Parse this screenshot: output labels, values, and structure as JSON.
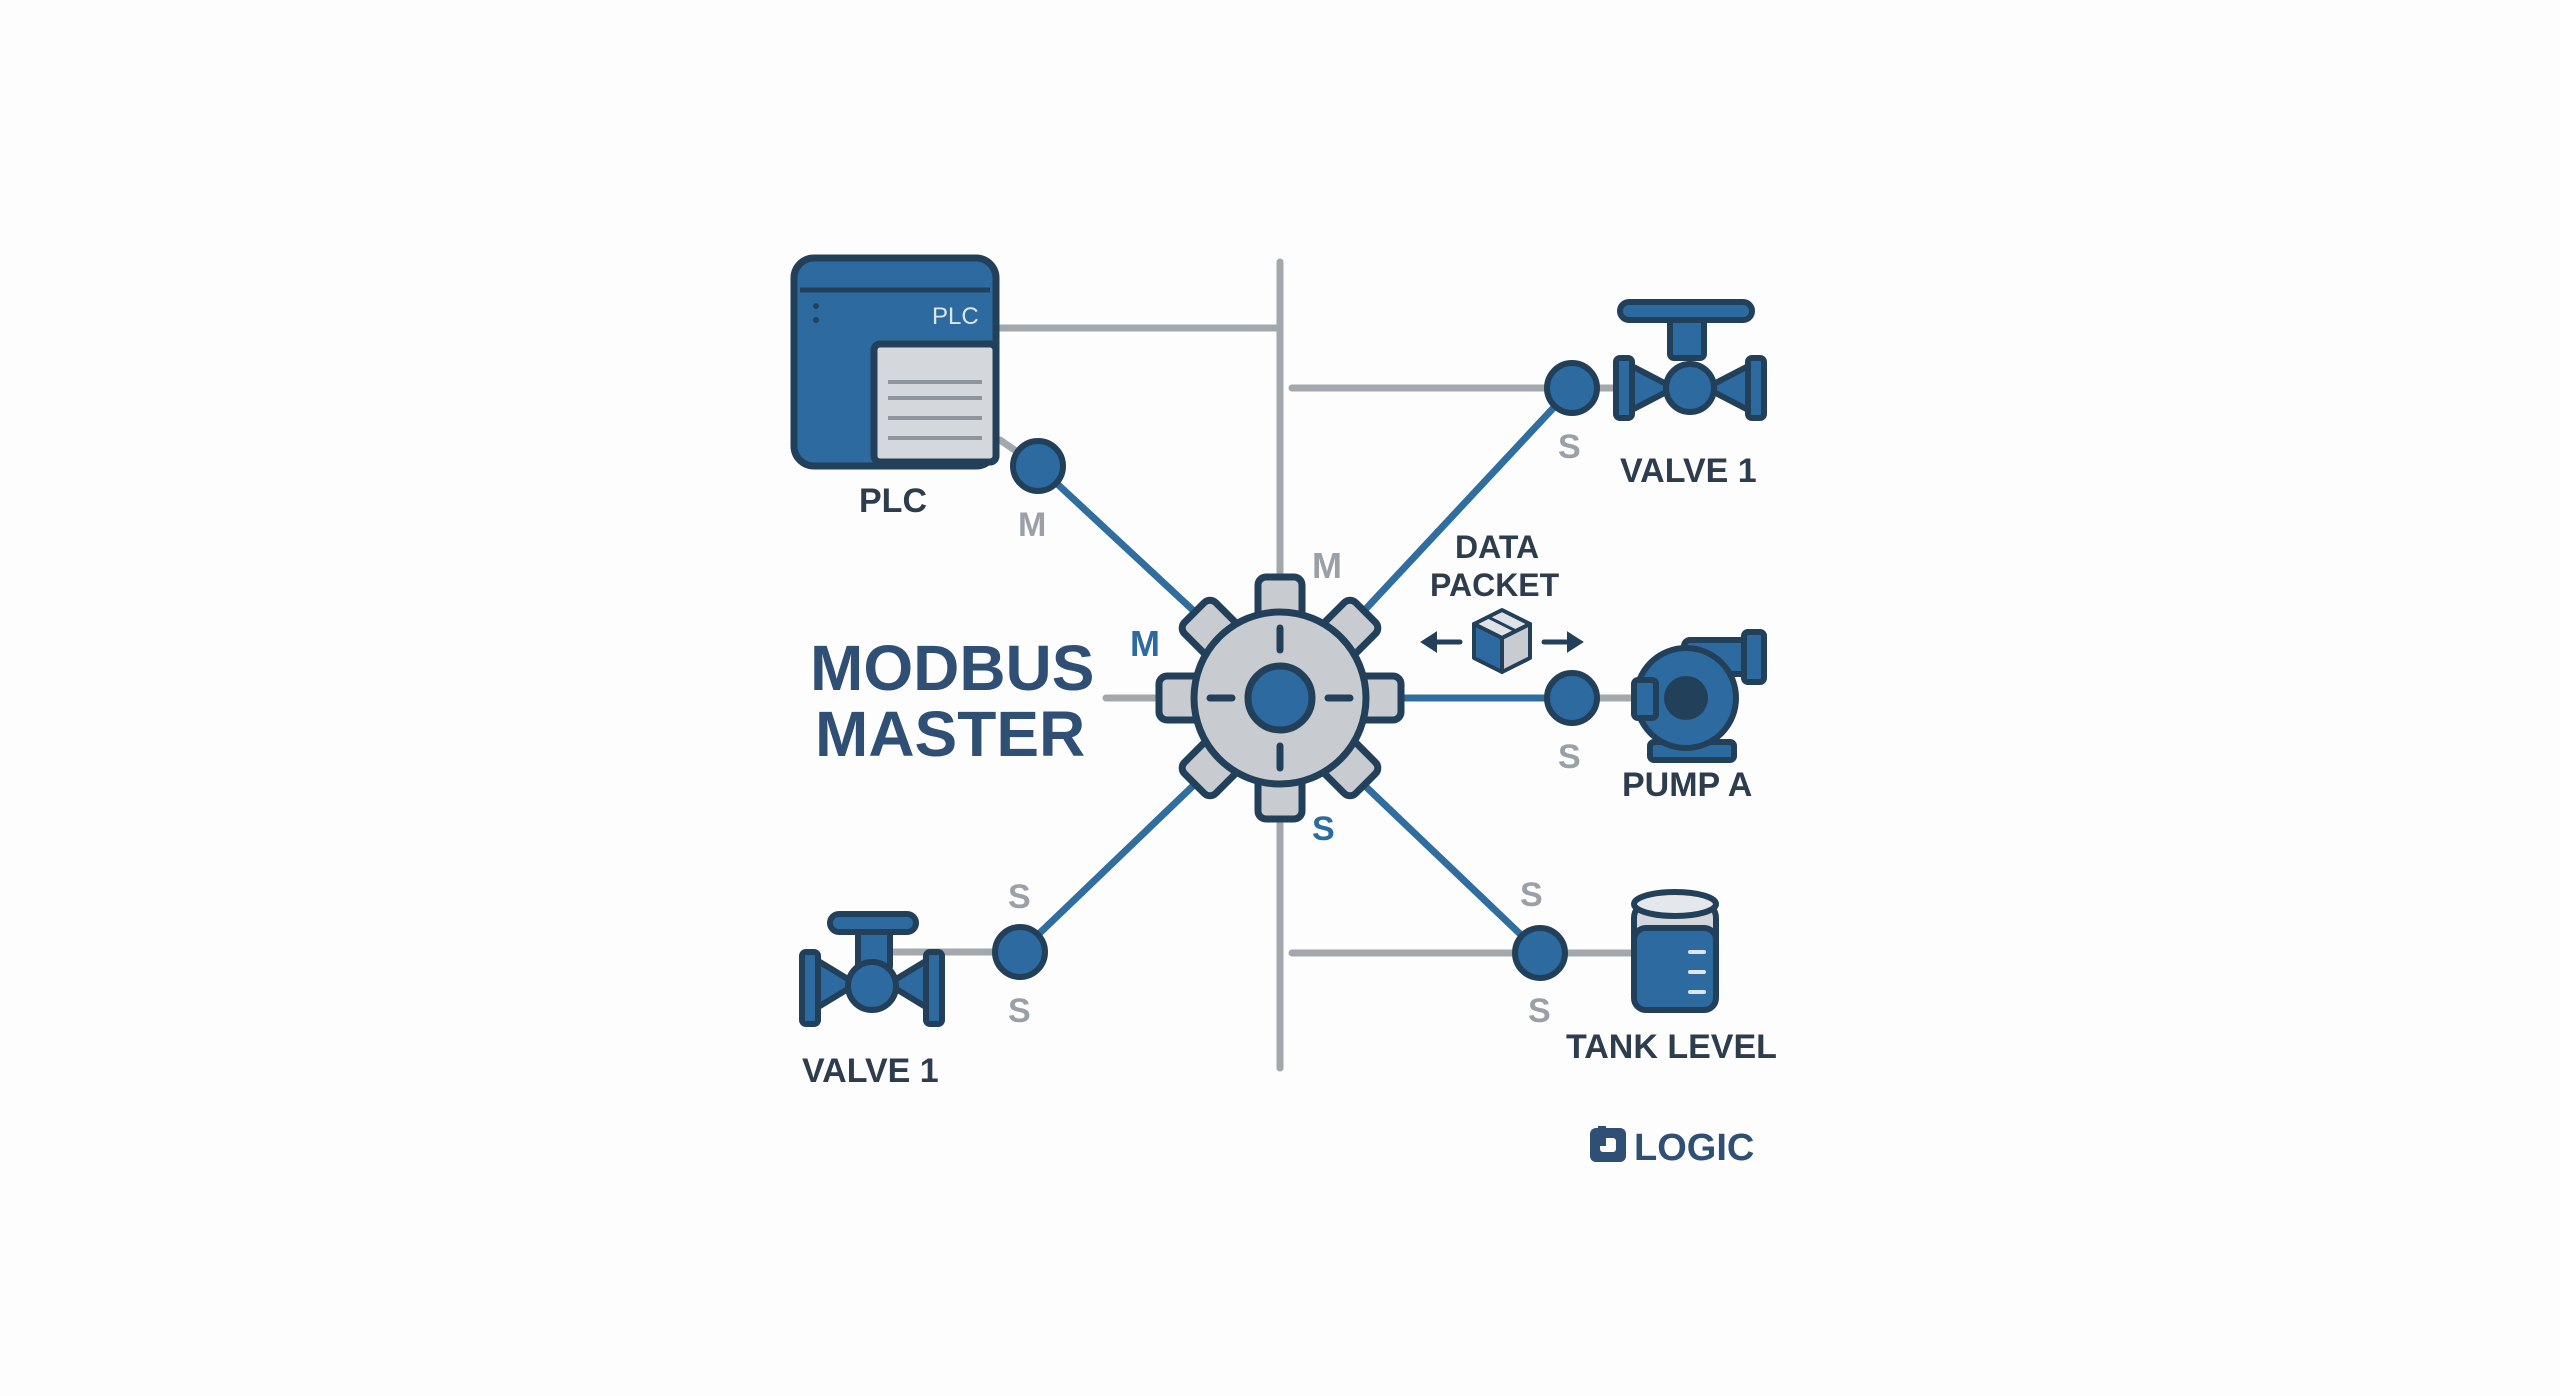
{
  "colors": {
    "background": "#fdfdfd",
    "bus_gray": "#a3a8ac",
    "link_blue": "#2f6e9e",
    "node_fill": "#2d6a9f",
    "outline": "#23405a",
    "gear_fill": "#c8ccd0",
    "device_light": "#d4d8dc",
    "label_dark": "#2e3d4d",
    "role_gray": "#9aa0a6",
    "role_blue": "#2d6a9f",
    "title_blue": "#2f4f74"
  },
  "title": {
    "line1": "MODBUS",
    "line2": "MASTER"
  },
  "hub": {
    "icon": "gear-icon",
    "labels": {
      "top": "M",
      "left": "M",
      "bottom": "S"
    }
  },
  "devices": {
    "plc": {
      "label": "PLC",
      "screen_text": "PLC",
      "role": "M",
      "icon": "plc-icon"
    },
    "valve_top": {
      "label": "VALVE 1",
      "role": "S",
      "icon": "valve-icon"
    },
    "pump": {
      "label": "PUMP A",
      "role": "S",
      "icon": "pump-icon"
    },
    "valve_bottom": {
      "label": "VALVE 1",
      "role_top": "S",
      "role_bottom": "S",
      "icon": "valve-icon"
    },
    "tank": {
      "label": "TANK LEVEL",
      "role_top": "S",
      "role_bottom": "S",
      "icon": "tank-icon"
    }
  },
  "packet": {
    "line1": "DATA",
    "line2": "PACKET",
    "icon": "package-icon"
  },
  "logo": {
    "text": "LOGIC",
    "icon": "logic-logo-icon"
  }
}
